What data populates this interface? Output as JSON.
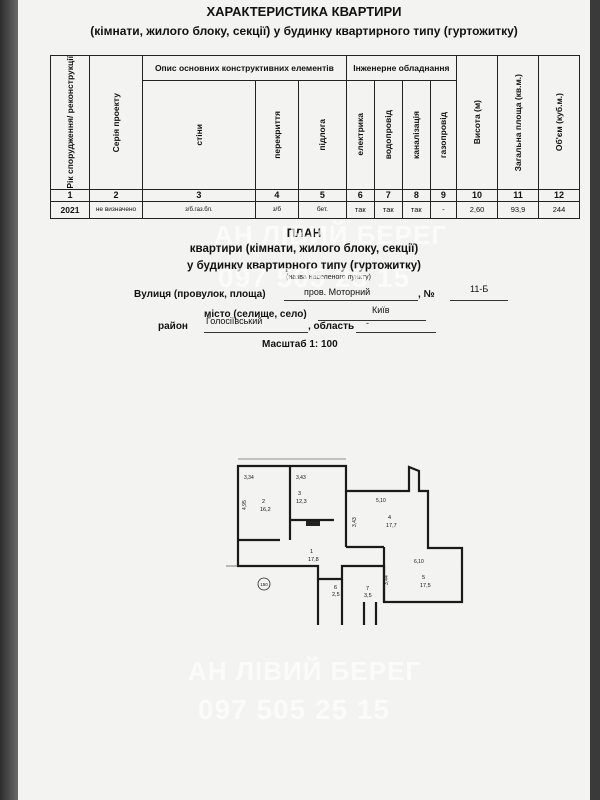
{
  "title": "ХАРАКТЕРИСТИКА КВАРТИРИ",
  "subtitle": "(кімнати, жилого блоку, секції) у будинку квартирного типу (гуртожитку)",
  "table": {
    "col_year": "Рік спорудження/ реконструкції",
    "col_series": "Серія проекту",
    "group_structural": "Опис основних конструктивних елементів",
    "group_engineering": "Інженерне обладнання",
    "col_walls": "стіни",
    "col_ceilings": "перекриття",
    "col_floor": "підлога",
    "col_electric": "електрика",
    "col_water": "водопровід",
    "col_sewer": "каналізація",
    "col_gas": "газопровід",
    "col_height": "Висота (м)",
    "col_area": "Загальна площа (кв.м.)",
    "col_volume": "Об'єм (куб.м.)",
    "numbers": [
      "1",
      "2",
      "3",
      "4",
      "5",
      "6",
      "7",
      "8",
      "9",
      "10",
      "11",
      "12"
    ],
    "values": {
      "year": "2021",
      "series": "не визначено",
      "walls": "з/б.газ.бл.",
      "ceilings": "з/б",
      "floor": "бет.",
      "electric": "так",
      "water": "так",
      "sewer": "так",
      "gas": "-",
      "height": "2,60",
      "area": "93,9",
      "volume": "244"
    }
  },
  "plan": {
    "title": "ПЛАН",
    "line1": "квартири (кімнати, жилого блоку, секції)",
    "line2": "у будинку квартирного типу (гуртожитку)",
    "note": "(назва населеного пункту)",
    "street_label": "Вулиця (провулок, площа)",
    "street_value": "пров. Моторний",
    "number_label": ", №",
    "number_value": "11-Б",
    "city_label": "місто (селище, село)",
    "city_value": "Київ",
    "district_label": "район",
    "district_value": "Голосіївський",
    "region_label": ", область",
    "region_value": "-",
    "scale": "Масштаб 1: 100"
  },
  "floorplan": {
    "dims": [
      "3,34",
      "3,43",
      "4,95",
      "3,43",
      "5,10",
      "6,10",
      "3,44"
    ],
    "rooms": [
      "2",
      "16,2",
      "3",
      "12,3",
      "4",
      "17,7",
      "1",
      "17,8",
      "5",
      "17,5",
      "6",
      "2,5",
      "7",
      "3,5"
    ],
    "marker": "150"
  },
  "watermark": {
    "line1": "АН ЛІВИЙ БЕРЕГ",
    "line2": "097 505 25 15"
  }
}
